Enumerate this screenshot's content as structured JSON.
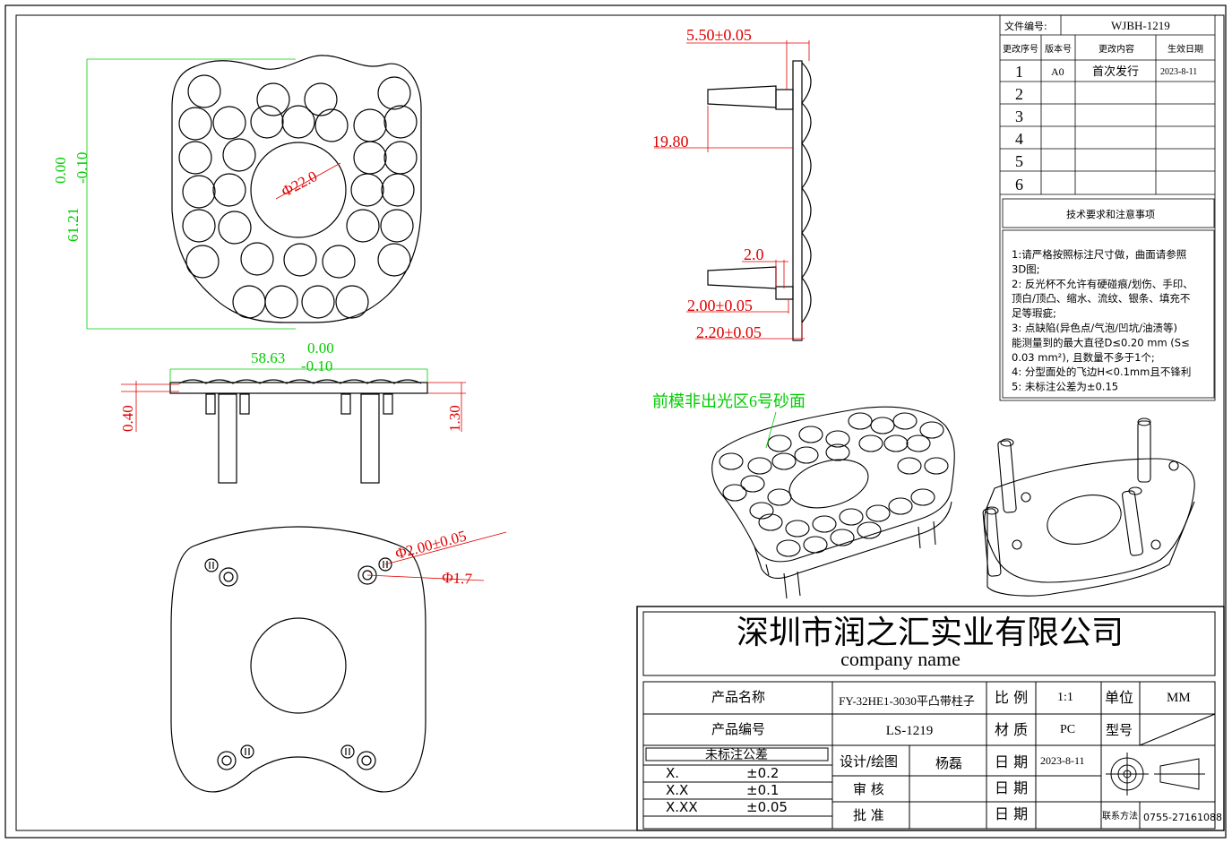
{
  "dimensions": {
    "overall_height": "61.21",
    "overall_height_upper_tol": "0.00",
    "overall_height_lower_tol": "-0.10",
    "center_hole_dia": "Φ22.0",
    "overall_width": "58.63",
    "overall_width_upper_tol": "0.00",
    "overall_width_lower_tol": "-0.10",
    "left_step": "0.40",
    "right_height": "1.30",
    "side_top": "5.50±0.05",
    "side_pin_length": "19.80",
    "side_small": "2.0",
    "side_plate": "2.00±0.05",
    "side_total": "2.20±0.05",
    "pin_dia": "Φ2.00±0.05",
    "pin_hole_dia": "Φ1.7"
  },
  "notes": {
    "iso_label": "前模非出光区6号砂面"
  },
  "revision_block": {
    "file_no_label": "文件编号:",
    "file_no_value": "WJBH-1219",
    "headers": [
      "更改序号",
      "版本号",
      "更改内容",
      "生效日期"
    ],
    "rows": [
      {
        "no": "1",
        "ver": "A0",
        "content": "首次发行",
        "date": "2023-8-11"
      },
      {
        "no": "2",
        "ver": "",
        "content": "",
        "date": ""
      },
      {
        "no": "3",
        "ver": "",
        "content": "",
        "date": ""
      },
      {
        "no": "4",
        "ver": "",
        "content": "",
        "date": ""
      },
      {
        "no": "5",
        "ver": "",
        "content": "",
        "date": ""
      },
      {
        "no": "6",
        "ver": "",
        "content": "",
        "date": ""
      }
    ]
  },
  "tech_requirements": {
    "title": "技术要求和注意事项",
    "lines": [
      "1:请严格按照标注尺寸做，曲面请参照",
      "3D图;",
      "2: 反光杯不允许有硬碰痕/划伤、手印、",
      "顶白/顶凸、缩水、流纹、银条、填充不",
      "足等瑕疵;",
      "3: 点缺陷(异色点/气泡/凹坑/油渍等)",
      "能测量到的最大直径D≤0.20 mm (S≤",
      "0.03 mm²),  且数量不多于1个;",
      "4: 分型面处的飞边H<0.1mm且不锋利",
      "5: 未标注公差为±0.15"
    ]
  },
  "title_block": {
    "company_cn": "深圳市润之汇实业有限公司",
    "company_en": "company     name",
    "product_name_label": "产品名称",
    "product_name_value": "FY-32HE1-3030平凸带柱子",
    "product_code_label": "产品编号",
    "product_code_value": "LS-1219",
    "tol_header": "未标注公差",
    "tolerances": [
      {
        "fmt": "X.",
        "val": "±0.2"
      },
      {
        "fmt": "X.X",
        "val": "±0.1"
      },
      {
        "fmt": "X.XX",
        "val": "±0.05"
      }
    ],
    "design_label": "设计/绘图",
    "design_value": "杨磊",
    "review_label": "审    核",
    "approve_label": "批    准",
    "date_label": "日 期",
    "date_value": "2023-8-11",
    "scale_label": "比 例",
    "scale_value": "1:1",
    "unit_label": "单位",
    "unit_value": "MM",
    "material_label": "材 质",
    "material_value": "PC",
    "model_label": "型号",
    "contact_label": "联系方法",
    "contact_value": "0755-27161088"
  },
  "colors": {
    "line": "#000000",
    "dim_red": "#e00000",
    "dim_green": "#00cc00"
  }
}
